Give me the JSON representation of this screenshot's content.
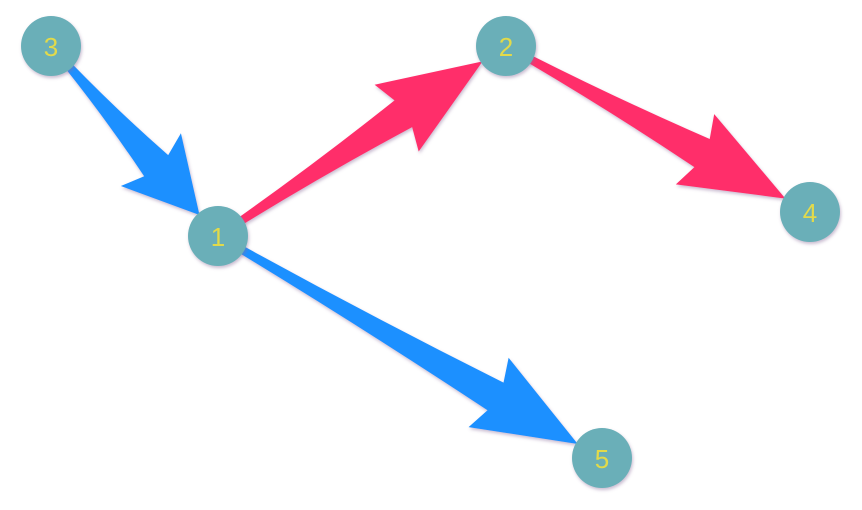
{
  "graph": {
    "node_color": "#6aafb8",
    "label_color": "#e2da4a",
    "nodes": [
      {
        "id": "1",
        "label": "1"
      },
      {
        "id": "2",
        "label": "2"
      },
      {
        "id": "3",
        "label": "3"
      },
      {
        "id": "4",
        "label": "4"
      },
      {
        "id": "5",
        "label": "5"
      }
    ],
    "edges": [
      {
        "from": "3",
        "to": "1",
        "color": "#1e90ff"
      },
      {
        "from": "1",
        "to": "2",
        "color": "#ff2d6a"
      },
      {
        "from": "2",
        "to": "4",
        "color": "#ff2d6a"
      },
      {
        "from": "1",
        "to": "5",
        "color": "#1e90ff"
      }
    ]
  }
}
